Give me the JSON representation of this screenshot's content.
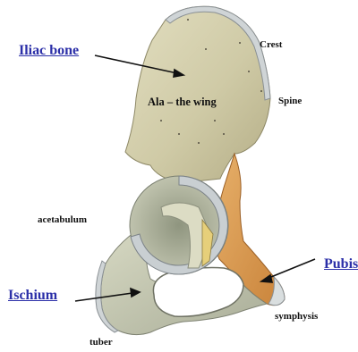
{
  "labels": {
    "iliac_bone": "Iliac bone",
    "crest": "Crest",
    "ala": "Ala – the wing",
    "spine": "Spine",
    "acetabulum": "acetabulum",
    "pubis": "Pubis",
    "ischium": "Ischium",
    "symphysis": "symphysis",
    "tuber": "tuber"
  },
  "colors": {
    "ilium": "#cfcaa6",
    "ilium_shade": "#a9a27c",
    "rim": "#c9cfd2",
    "pubis": "#d99a4a",
    "ischium": "#c7c9b0",
    "link": "#2b2fa8"
  }
}
